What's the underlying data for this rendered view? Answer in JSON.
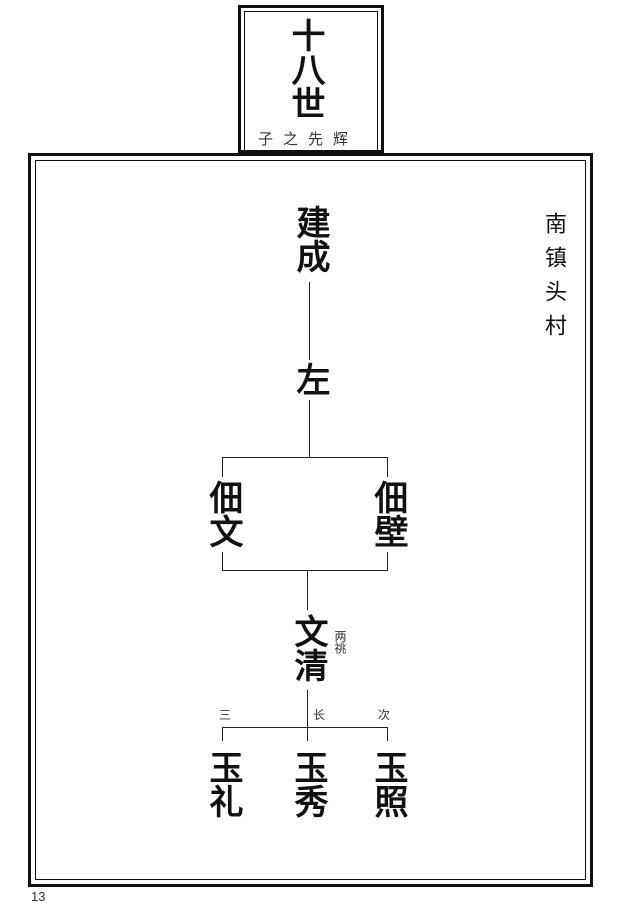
{
  "header": {
    "generation": "十八世",
    "motto": "子之先辉"
  },
  "village": "南镇头村",
  "tree": {
    "root": "建成",
    "gen2": "左",
    "gen3": [
      "佃文",
      "佃壁"
    ],
    "gen4": {
      "name": "文清",
      "note": "两祧"
    },
    "order_labels": [
      "三",
      "长",
      "次"
    ],
    "gen5": [
      "玉礼",
      "玉秀",
      "玉照"
    ]
  },
  "page_number": "13"
}
